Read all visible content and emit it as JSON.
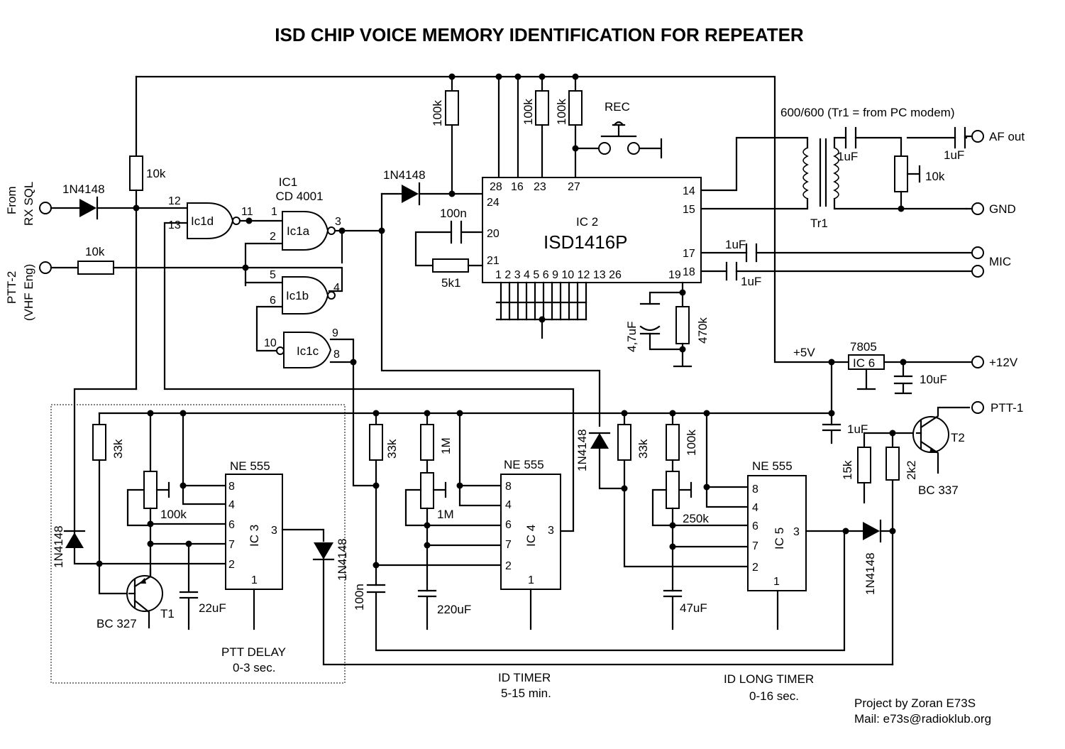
{
  "title": "ISD CHIP VOICE MEMORY IDENTIFICATION FOR REPEATER",
  "inputs": {
    "from": "From",
    "rx_sql": "RX SQL",
    "ptt2": "PTT-2",
    "vhf_eng": "(VHF Eng)"
  },
  "outputs": {
    "af_out": "AF out",
    "gnd": "GND",
    "mic": "MIC",
    "v12": "+12V",
    "ptt1": "PTT-1"
  },
  "components": {
    "d_in": "1N4148",
    "d_ic2": "1N4148",
    "d_ic3": "1N4148",
    "d_ic3_out": "1N4148",
    "d_ic4_out": "1N4148",
    "d_ic5_out": "1N4148",
    "r_10k_pull": "10k",
    "r_10k_ptt": "10k",
    "r_100k_a": "100k",
    "r_100k_b": "100k",
    "r_100k_c": "100k",
    "r_5k1": "5k1",
    "c_100n_ic2": "100n",
    "r_470k": "470k",
    "c_47uf": "4,7uF",
    "c_1uf_17": "1uF",
    "c_1uf_18": "1uF",
    "c_1uf_tr": "1uF",
    "c_1uf_out": "1uF",
    "pot_10k": "10k",
    "tr1": "Tr1",
    "tr1_note": "600/600 (Tr1 = from PC modem)",
    "rec": "REC",
    "v5": "+5V",
    "ic6_name": "7805",
    "ic6": "IC 6",
    "c_10uf": "10uF",
    "c_1uf_ptt": "1uF",
    "r_15k": "15k",
    "r_2k2": "2k2",
    "t2": "T2",
    "t2_type": "BC 337",
    "r_33k_ic3": "33k",
    "pot_100k_ic3": "100k",
    "c_22uf": "22uF",
    "t1": "T1",
    "t1_type": "BC 327",
    "r_33k_ic4": "33k",
    "r_1m": "1M",
    "pot_1m": "1M",
    "c_100n_ic4": "100n",
    "c_220uf": "220uF",
    "r_33k_ic5": "33k",
    "r_100k_ic5": "100k",
    "pot_250k": "250k",
    "c_47uf_ic5": "47uF"
  },
  "ic1": {
    "name": "IC1",
    "type": "CD 4001",
    "gates": [
      "Ic1d",
      "Ic1a",
      "Ic1b",
      "Ic1c"
    ]
  },
  "ic2": {
    "name": "IC 2",
    "type": "ISD1416P",
    "pins_top": [
      "28",
      "16",
      "23",
      "27"
    ],
    "pin_24": "24",
    "pin_20": "20",
    "pin_21": "21",
    "pins_bottom": "1 2 3 4 5 6 9 10 12 13 26",
    "pin_19": "19",
    "pin_14": "14",
    "pin_15": "15",
    "pin_17": "17",
    "pin_18": "18"
  },
  "timers": [
    {
      "chip": "NE 555",
      "name": "IC 3",
      "caption": "PTT DELAY",
      "range": "0-3 sec."
    },
    {
      "chip": "NE 555",
      "name": "IC 4",
      "caption": "ID TIMER",
      "range": "5-15 min."
    },
    {
      "chip": "NE 555",
      "name": "IC 5",
      "caption": "ID LONG TIMER",
      "range": "0-16 sec."
    }
  ],
  "credits": {
    "author": "Project by Zoran E73S",
    "mail": "Mail: e73s@radioklub.org"
  }
}
